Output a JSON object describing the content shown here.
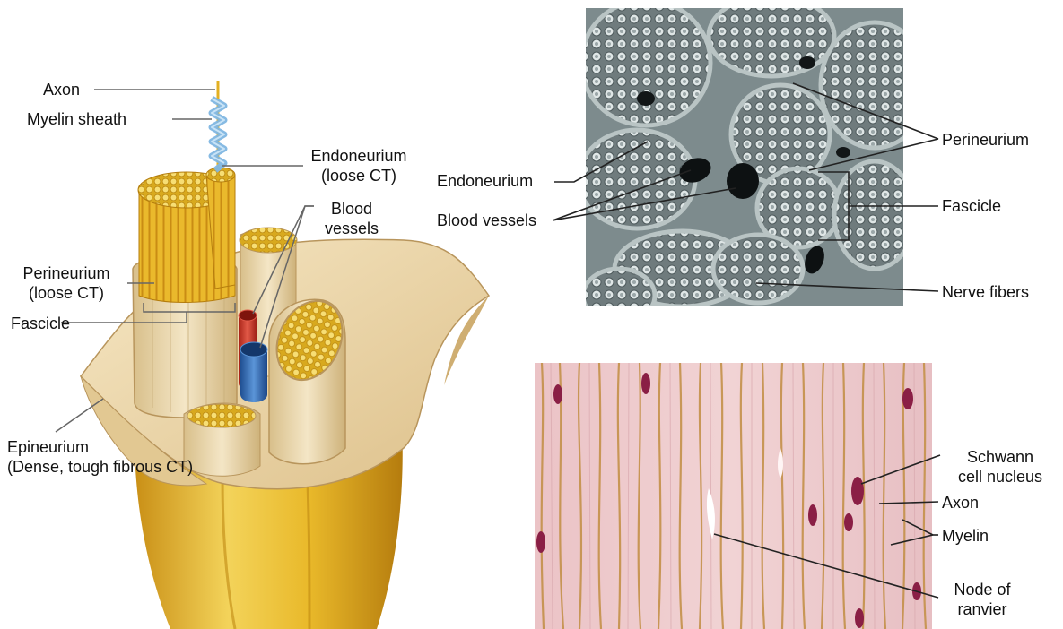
{
  "nerve_diagram": {
    "labels": {
      "axon": "Axon",
      "myelin_sheath": "Myelin sheath",
      "endoneurium_line1": "Endoneurium",
      "endoneurium_line2": "(loose CT)",
      "blood_vessels_line1": "Blood",
      "blood_vessels_line2": "vessels",
      "perineurium_line1": "Perineurium",
      "perineurium_line2": "(loose CT)",
      "fascicle": "Fascicle",
      "epineurium_line1": "Epineurium",
      "epineurium_line2": "(Dense, tough fibrous CT)"
    }
  },
  "sem_micrograph": {
    "labels": {
      "perineurium": "Perineurium",
      "endoneurium": "Endoneurium",
      "blood_vessels": "Blood vessels",
      "fascicle": "Fascicle",
      "nerve_fibers": "Nerve fibers"
    }
  },
  "lm_micrograph": {
    "labels": {
      "schwann_line1": "Schwann",
      "schwann_line2": "cell nucleus",
      "axon": "Axon",
      "myelin": "Myelin",
      "node_line1": "Node of",
      "node_line2": "ranvier"
    }
  },
  "colors": {
    "nerve_yellow": "#e6b52c",
    "sheath_cream": "#efdcb0",
    "artery_red": "#c8382c",
    "vein_blue": "#2f6fb8",
    "sem_gray": "#8f9a9c",
    "lm_pink": "#e9c0c4",
    "lm_tan": "#c99a55",
    "nucleus_purple": "#8a1f45"
  }
}
